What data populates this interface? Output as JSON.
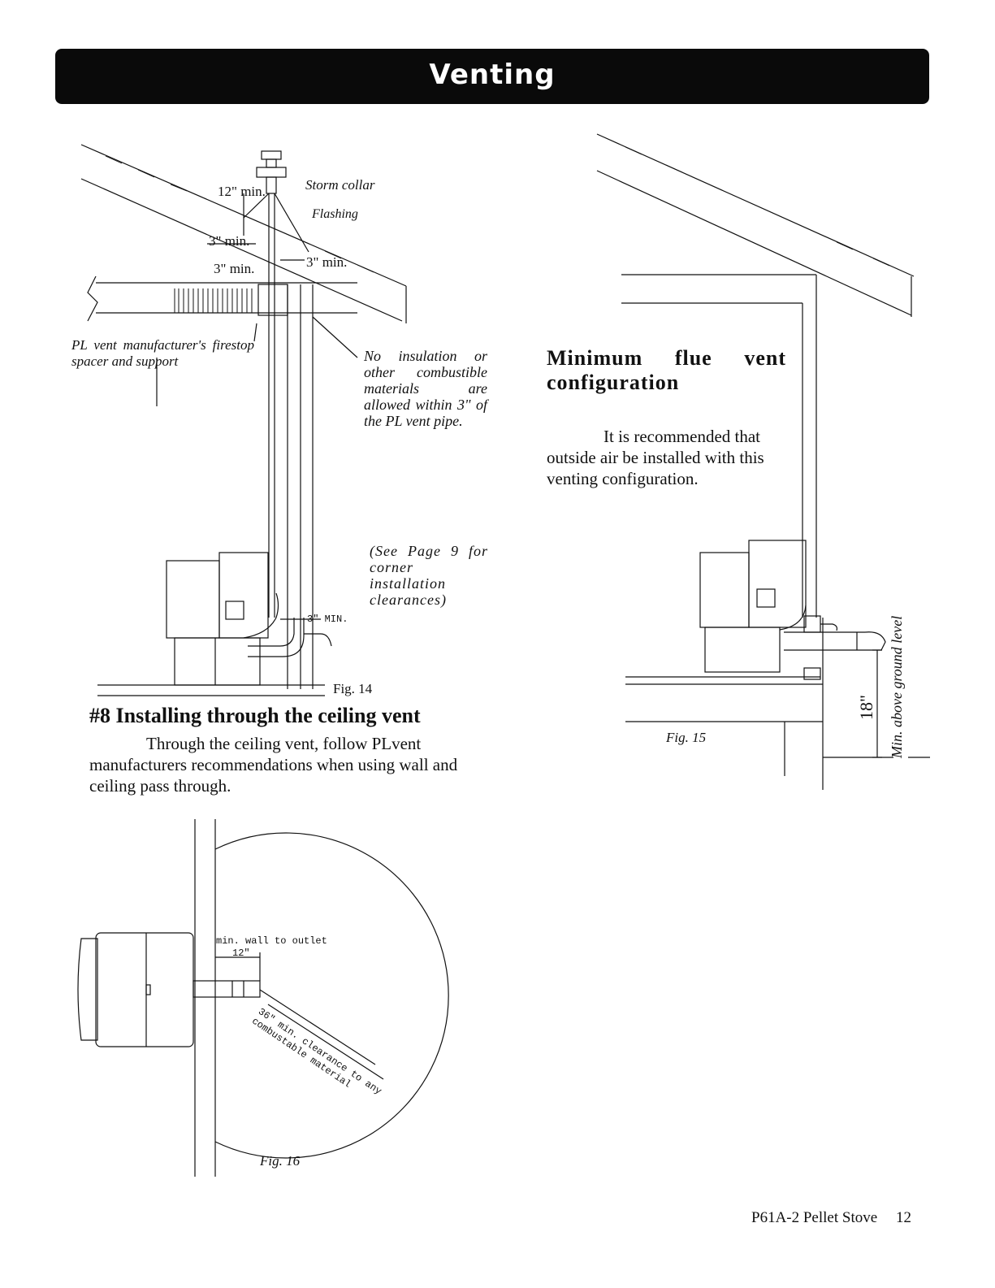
{
  "header": {
    "title": "Venting"
  },
  "fig14": {
    "caption": "Fig. 14",
    "labels": {
      "clear_12_min": "12\" min.",
      "storm_collar": "Storm collar",
      "flashing": "Flashing",
      "clear_3_min_a": "3\" min.",
      "clear_3_min_b": "3\" min.",
      "clear_3_min_c": "3\" min.",
      "firestop": "PL vent manufacturer's firestop spacer and support",
      "min_3_base": "3\" MIN."
    },
    "note_insulation": "No insulation or other combustible materials are allowed within 3\" of the PL vent pipe.",
    "note_corner": "(See Page 9 for corner installation clearances)"
  },
  "section8": {
    "heading": "#8 Installing through the ceiling vent",
    "body": "Through the ceiling vent, follow PLvent manufacturers recommendations when using wall and ceiling pass through."
  },
  "fig15": {
    "caption": "Fig. 15",
    "heading": "Minimum flue vent configuration",
    "body": "It is recommended that outside air be installed with this venting configuration.",
    "dimension": "18\"",
    "dimension_label": "Min. above ground level"
  },
  "fig16": {
    "caption": "Fig. 16",
    "label_wall_outlet": "min. wall to outlet",
    "label_12": "12\"",
    "label_clearance": "36\" min. clearance to any combustable material"
  },
  "footer": {
    "product": "P61A-2 Pellet Stove",
    "page_number": "12"
  }
}
